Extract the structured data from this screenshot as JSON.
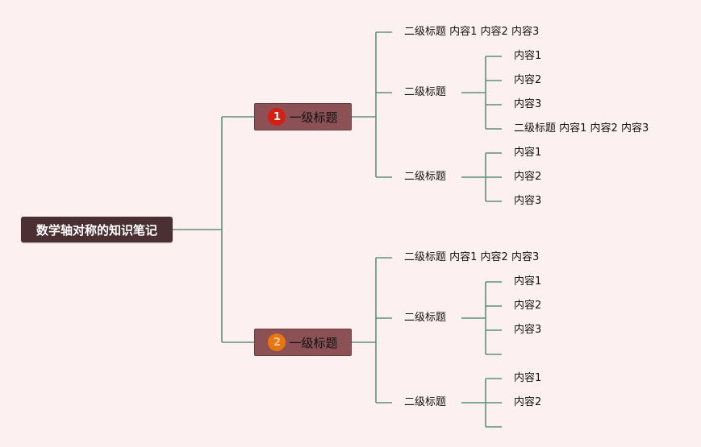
{
  "root": {
    "label": "数学轴对称的知识笔记"
  },
  "branches": [
    {
      "badge": "1",
      "badge_color": "#d81e10",
      "label": "一级标题",
      "children": [
        {
          "label": "二级标题 内容1 内容2 内容3"
        },
        {
          "label": "二级标题",
          "children": [
            "内容1",
            "内容2",
            "内容3",
            "二级标题 内容1 内容2 内容3"
          ]
        },
        {
          "label": "二级标题",
          "children": [
            "内容1",
            "内容2",
            "内容3"
          ]
        }
      ]
    },
    {
      "badge": "2",
      "badge_color": "#e8760c",
      "label": "一级标题",
      "children": [
        {
          "label": "二级标题 内容1 内容2 内容3"
        },
        {
          "label": "二级标题",
          "children": [
            "内容1",
            "内容2",
            "内容3",
            ""
          ]
        },
        {
          "label": "二级标题",
          "children": [
            "内容1",
            "内容2",
            ""
          ]
        }
      ]
    }
  ],
  "colors": {
    "connector": "#5e8f80",
    "root_bg": "#4a2f33",
    "l1_bg": "#8b5155",
    "background": "#fdf0f0"
  }
}
